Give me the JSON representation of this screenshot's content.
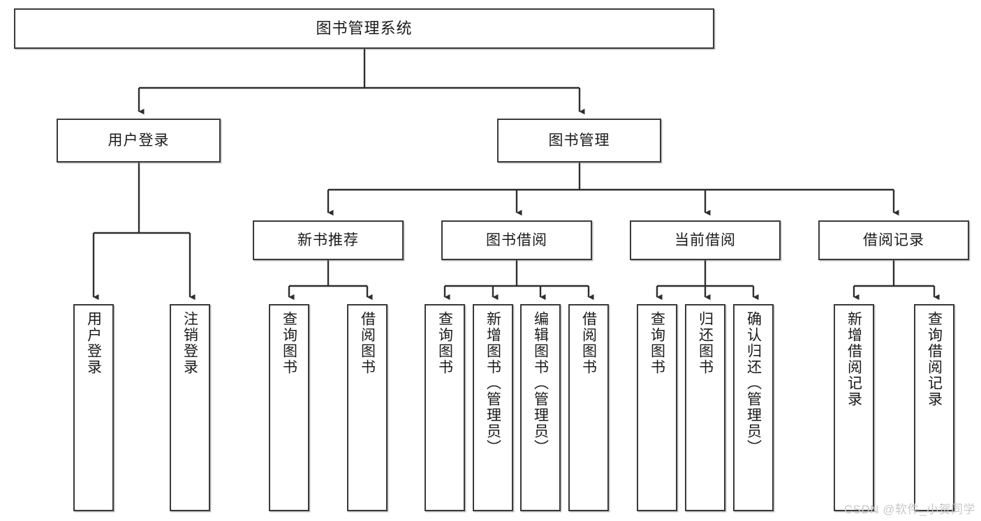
{
  "diagram": {
    "title": "图书管理系统",
    "type": "tree-hierarchy",
    "watermark": "CSDN @软件_小贺同学",
    "colors": {
      "stroke": "#3a3a3a",
      "fill": "#ffffff",
      "text": "#1a1a1a",
      "watermark": "#c8c8c8"
    },
    "root": {
      "label": "图书管理系统"
    },
    "level2": [
      {
        "label": "用户登录"
      },
      {
        "label": "图书管理"
      }
    ],
    "level3": [
      {
        "label": "新书推荐"
      },
      {
        "label": "图书借阅"
      },
      {
        "label": "当前借阅"
      },
      {
        "label": "借阅记录"
      }
    ],
    "leaves": {
      "user_login": [
        {
          "label": "用户登录"
        },
        {
          "label": "注销登录"
        }
      ],
      "new_book": [
        {
          "label": "查询图书"
        },
        {
          "label": "借阅图书"
        }
      ],
      "book_borrow": [
        {
          "label": "查询图书"
        },
        {
          "label": "新增图书（管理员）"
        },
        {
          "label": "编辑图书（管理员）"
        },
        {
          "label": "借阅图书"
        }
      ],
      "current_borrow": [
        {
          "label": "查询图书"
        },
        {
          "label": "归还图书"
        },
        {
          "label": "确认归还（管理员）"
        }
      ],
      "borrow_record": [
        {
          "label": "新增借阅记录"
        },
        {
          "label": "查询借阅记录"
        }
      ]
    }
  }
}
